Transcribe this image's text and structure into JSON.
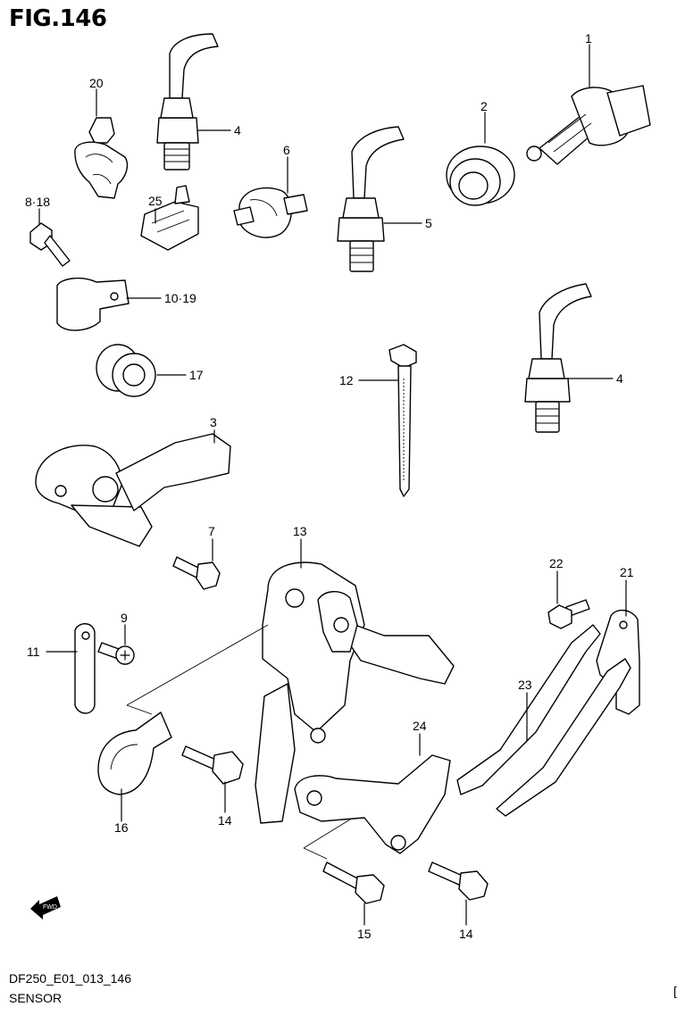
{
  "figure": {
    "title": "FIG.146",
    "code": "DF250_E01_013_146",
    "name": "SENSOR",
    "corner_mark": "[",
    "fwd_label": "FWD"
  },
  "callouts": [
    {
      "id": "1",
      "text": "1"
    },
    {
      "id": "2",
      "text": "2"
    },
    {
      "id": "3",
      "text": "3"
    },
    {
      "id": "4a",
      "text": "4"
    },
    {
      "id": "4b",
      "text": "4"
    },
    {
      "id": "5",
      "text": "5"
    },
    {
      "id": "6",
      "text": "6"
    },
    {
      "id": "7",
      "text": "7"
    },
    {
      "id": "8-18",
      "text": "8·18"
    },
    {
      "id": "9",
      "text": "9"
    },
    {
      "id": "10-19",
      "text": "10·19"
    },
    {
      "id": "11",
      "text": "11"
    },
    {
      "id": "12",
      "text": "12"
    },
    {
      "id": "13",
      "text": "13"
    },
    {
      "id": "14a",
      "text": "14"
    },
    {
      "id": "14b",
      "text": "14"
    },
    {
      "id": "15",
      "text": "15"
    },
    {
      "id": "16",
      "text": "16"
    },
    {
      "id": "17",
      "text": "17"
    },
    {
      "id": "20",
      "text": "20"
    },
    {
      "id": "21",
      "text": "21"
    },
    {
      "id": "22",
      "text": "22"
    },
    {
      "id": "23",
      "text": "23"
    },
    {
      "id": "24",
      "text": "24"
    },
    {
      "id": "25",
      "text": "25"
    }
  ]
}
